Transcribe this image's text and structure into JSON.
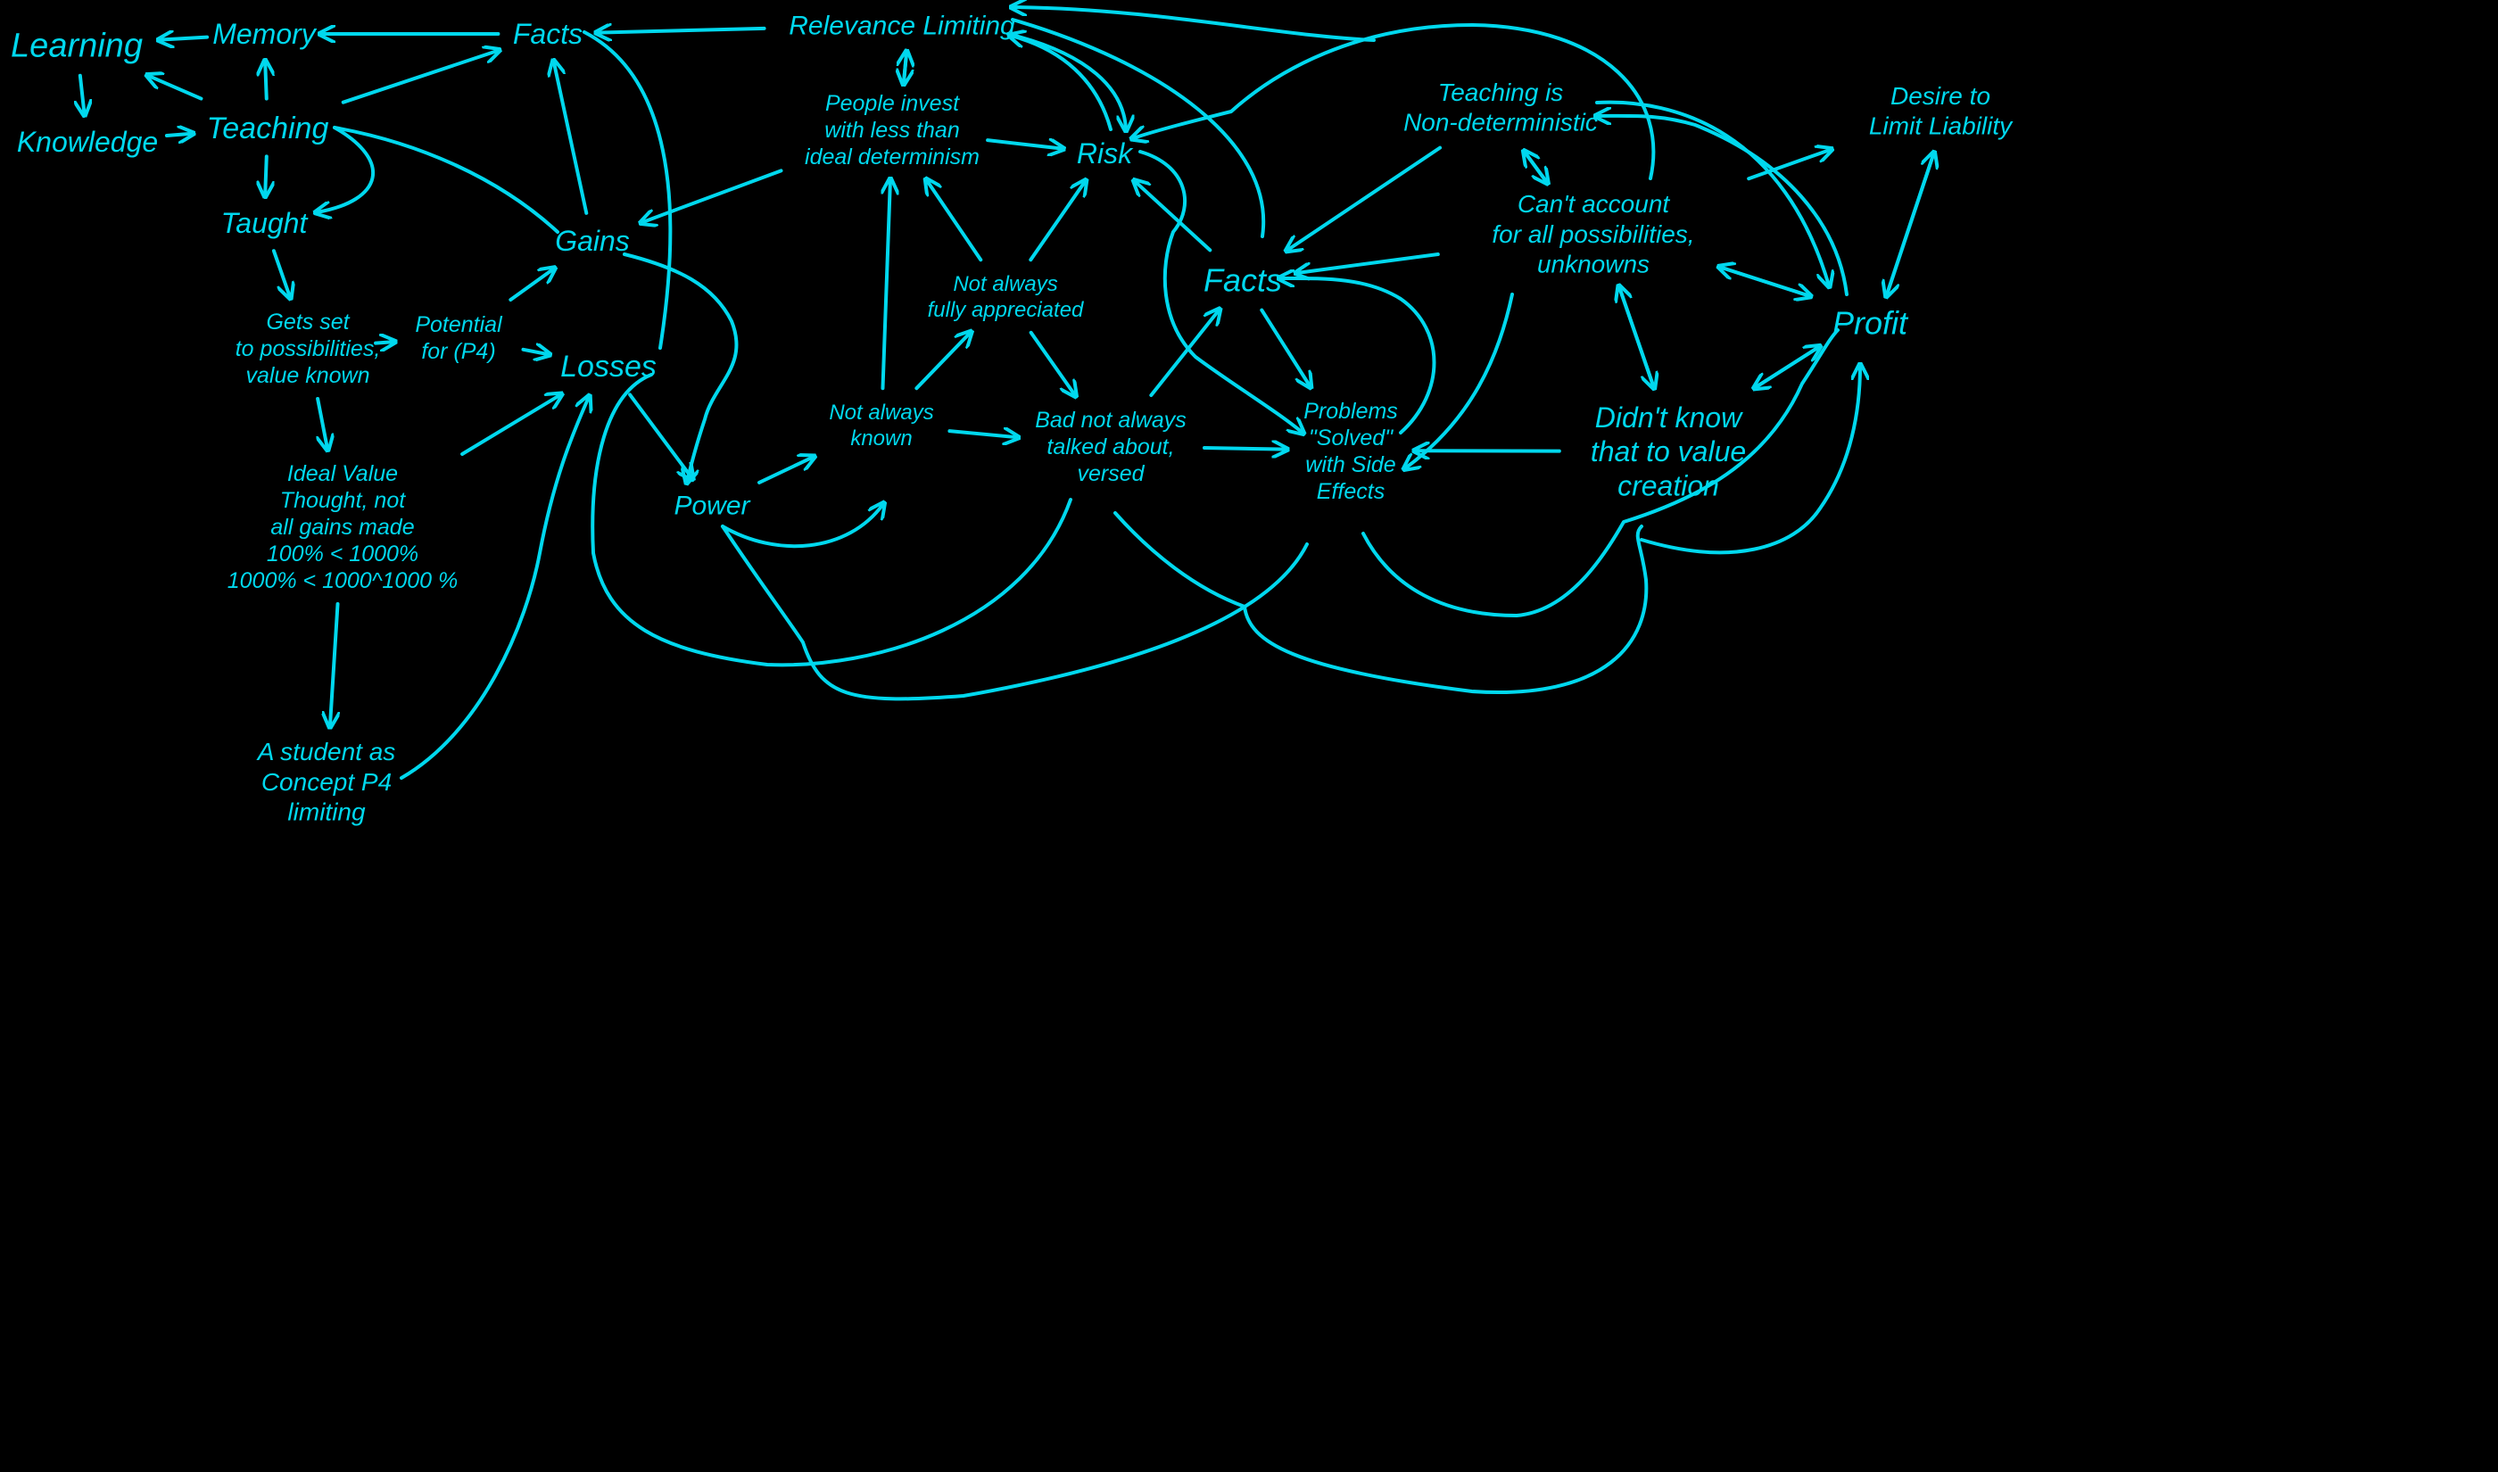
{
  "colors": {
    "background": "#000000",
    "ink": "#00d8ee"
  },
  "nodes": {
    "learning": {
      "lines": [
        "Learning"
      ]
    },
    "memory": {
      "lines": [
        "Memory"
      ]
    },
    "facts_top": {
      "lines": [
        "Facts"
      ]
    },
    "relevance": {
      "lines": [
        "Relevance Limiting"
      ]
    },
    "knowledge": {
      "lines": [
        "Knowledge"
      ]
    },
    "teaching": {
      "lines": [
        "Teaching"
      ]
    },
    "taught": {
      "lines": [
        "Taught"
      ]
    },
    "gains": {
      "lines": [
        "Gains"
      ]
    },
    "losses": {
      "lines": [
        "Losses"
      ]
    },
    "power": {
      "lines": [
        "Power"
      ]
    },
    "gets_set": {
      "lines": [
        "Gets set",
        "to possibilities,",
        "value known"
      ]
    },
    "potential": {
      "lines": [
        "Potential",
        "for (P4)"
      ]
    },
    "ideal": {
      "lines": [
        "Ideal Value",
        "Thought, not",
        "all gains made",
        "100% < 1000%",
        "1000% < 1000^1000 %"
      ]
    },
    "student": {
      "lines": [
        "A student as",
        "Concept P4",
        "limiting"
      ]
    },
    "people": {
      "lines": [
        "People invest",
        "with less than",
        "ideal determinism"
      ]
    },
    "risk": {
      "lines": [
        "Risk"
      ]
    },
    "not_appreciated": {
      "lines": [
        "Not always",
        "fully appreciated"
      ]
    },
    "not_known": {
      "lines": [
        "Not always",
        "known"
      ]
    },
    "bad": {
      "lines": [
        "Bad not always",
        "talked about,",
        "versed"
      ]
    },
    "facts_mid": {
      "lines": [
        "Facts"
      ]
    },
    "problems": {
      "lines": [
        "Problems",
        "\"Solved\"",
        "with Side",
        "Effects"
      ]
    },
    "teaching_nd": {
      "lines": [
        "Teaching is",
        "Non-deterministic"
      ]
    },
    "cant_account": {
      "lines": [
        "Can't account",
        "for all possibilities,",
        "unknowns"
      ]
    },
    "didnt_know": {
      "lines": [
        "Didn't know",
        "that to value",
        "creation"
      ]
    },
    "desire": {
      "lines": [
        "Desire to",
        "Limit Liability"
      ]
    },
    "profit": {
      "lines": [
        "Profit"
      ]
    }
  },
  "edges": [
    [
      "memory",
      "learning"
    ],
    [
      "teaching",
      "learning"
    ],
    [
      "learning",
      "knowledge"
    ],
    [
      "knowledge",
      "teaching"
    ],
    [
      "teaching",
      "memory"
    ],
    [
      "facts_top",
      "memory"
    ],
    [
      "teaching",
      "facts_top"
    ],
    [
      "relevance",
      "facts_top"
    ],
    [
      "teaching",
      "taught"
    ],
    [
      "taught",
      "gets_set"
    ],
    [
      "gets_set",
      "potential"
    ],
    [
      "potential",
      "gains"
    ],
    [
      "potential",
      "losses"
    ],
    [
      "gets_set",
      "ideal"
    ],
    [
      "ideal",
      "losses"
    ],
    [
      "ideal",
      "student"
    ],
    [
      "gains",
      "facts_top"
    ],
    [
      "people",
      "gains"
    ],
    [
      "losses",
      "power"
    ],
    [
      "power",
      "not_known"
    ],
    [
      "not_known",
      "people"
    ],
    [
      "not_known",
      "not_appreciated"
    ],
    [
      "not_appreciated",
      "people"
    ],
    [
      "not_appreciated",
      "risk"
    ],
    [
      "not_appreciated",
      "bad"
    ],
    [
      "not_known",
      "bad"
    ],
    [
      "people",
      "risk"
    ],
    [
      "relevance",
      "people"
    ],
    [
      "people",
      "relevance"
    ],
    [
      "facts_mid",
      "risk"
    ],
    [
      "bad",
      "facts_mid"
    ],
    [
      "bad",
      "problems"
    ],
    [
      "facts_mid",
      "problems"
    ],
    [
      "teaching_nd",
      "facts_mid"
    ],
    [
      "cant_account",
      "facts_mid"
    ],
    [
      "cant_account",
      "teaching_nd"
    ],
    [
      "teaching_nd",
      "cant_account"
    ],
    [
      "cant_account",
      "didnt_know"
    ],
    [
      "didnt_know",
      "cant_account"
    ],
    [
      "cant_account",
      "profit"
    ],
    [
      "profit",
      "cant_account"
    ],
    [
      "cant_account",
      "desire"
    ],
    [
      "desire",
      "profit"
    ],
    [
      "profit",
      "desire"
    ],
    [
      "didnt_know",
      "profit"
    ],
    [
      "profit",
      "didnt_know"
    ],
    [
      "didnt_know",
      "problems"
    ]
  ]
}
